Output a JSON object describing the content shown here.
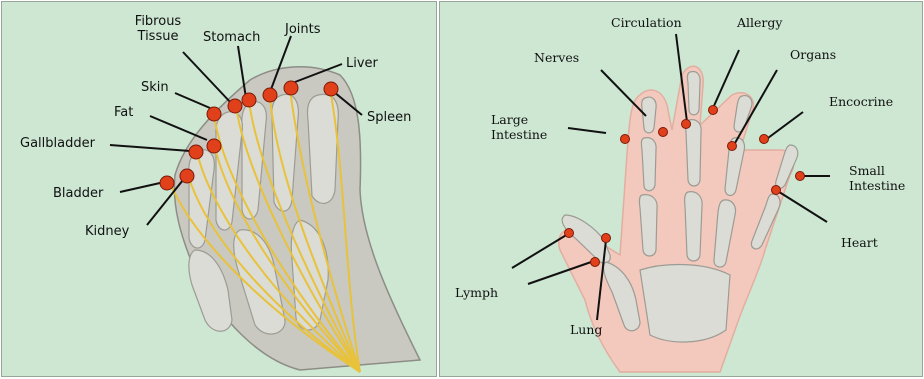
{
  "colors": {
    "background": "#cde7d3",
    "bone": "#dcdcd6",
    "bone_shadow": "#9c9c94",
    "nerve": "#e8c23a",
    "point_fill": "#e0401a",
    "point_stroke": "#7a1a08",
    "leader": "#111111",
    "skin": "#f3c9bd"
  },
  "foot": {
    "labels": {
      "fibrous_tissue": "Fibrous\nTissue",
      "stomach": "Stomach",
      "joints": "Joints",
      "liver": "Liver",
      "skin": "Skin",
      "spleen": "Spleen",
      "fat": "Fat",
      "gallbladder": "Gallbladder",
      "bladder": "Bladder",
      "kidney": "Kidney"
    }
  },
  "hand": {
    "labels": {
      "circulation": "Circulation",
      "allergy": "Allergy",
      "nerves": "Nerves",
      "organs": "Organs",
      "large_intestine": "Large\nIntestine",
      "endocrine": "Encocrine",
      "small_intestine": "Small\nIntestine",
      "heart": "Heart",
      "lymph": "Lymph",
      "lung": "Lung"
    }
  }
}
